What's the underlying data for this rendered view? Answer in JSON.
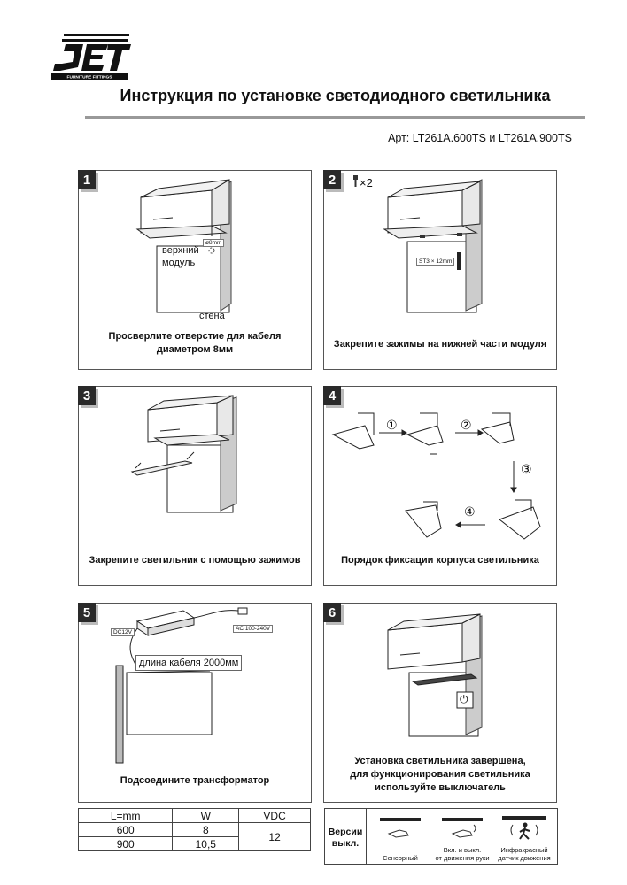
{
  "logo": {
    "brand": "JET",
    "tagline": "FURNITURE FITTINGS"
  },
  "title": "Инструкция по установке светодиодного светильника",
  "article": "Арт: LT261A.600TS и LT261A.900TS",
  "steps": [
    {
      "num": "1",
      "caption_line1": "Просверлите отверстие для кабеля",
      "caption_line2": "диаметром 8мм",
      "label_top": "верхний",
      "label_module": "модуль",
      "label_wall": "стена",
      "label_hole": "ø8mm"
    },
    {
      "num": "2",
      "qty": "×2",
      "caption_line1": "Закрепите зажимы на нижней части модуля",
      "screw": "ST3 × 12mm"
    },
    {
      "num": "3",
      "caption_line1": "Закрепите светильник с помощью зажимов"
    },
    {
      "num": "4",
      "caption_line1": "Порядок фиксации корпуса светильника",
      "s1": "①",
      "s2": "②",
      "s3": "③",
      "s4": "④"
    },
    {
      "num": "5",
      "caption_line1": "Подсоедините трансформатор",
      "dc": "DC12V",
      "ac": "AC 100-240V",
      "cable": "длина кабеля 2000мм"
    },
    {
      "num": "6",
      "caption_line1": "Установка светильника завершена,",
      "caption_line2": "для функционирования светильника",
      "caption_line3": "используйте выключатель"
    }
  ],
  "spec_table": {
    "headers": [
      "L=mm",
      "W",
      "VDC"
    ],
    "rows": [
      [
        "600",
        "8",
        "12"
      ],
      [
        "900",
        "10,5",
        ""
      ]
    ]
  },
  "versions": {
    "label_line1": "Версии",
    "label_line2": "выкл.",
    "items": [
      {
        "line1": "Сенсорный",
        "line2": "",
        "icon": "hand-touch-icon"
      },
      {
        "line1": "Вкл. и выкл.",
        "line2": "от движения руки",
        "icon": "hand-wave-icon"
      },
      {
        "line1": "Инфракрасный",
        "line2": "датчик движения",
        "icon": "motion-sensor-icon"
      }
    ]
  }
}
